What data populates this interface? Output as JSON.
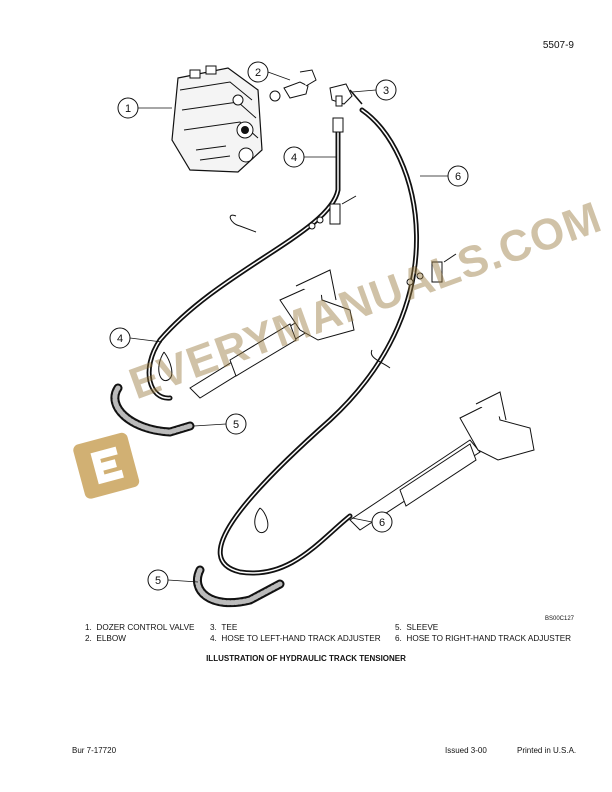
{
  "page_number": "5507-9",
  "figure_code": "BS00C127",
  "callouts": [
    "1",
    "2",
    "3",
    "4",
    "5",
    "6"
  ],
  "legend": [
    {
      "num": "1.",
      "text": "DOZER CONTROL VALVE"
    },
    {
      "num": "2.",
      "text": "ELBOW"
    },
    {
      "num": "3.",
      "text": "TEE"
    },
    {
      "num": "4.",
      "text": "HOSE TO LEFT-HAND TRACK ADJUSTER"
    },
    {
      "num": "5.",
      "text": "SLEEVE"
    },
    {
      "num": "6.",
      "text": "HOSE TO RIGHT-HAND TRACK ADJUSTER"
    }
  ],
  "caption": "ILLUSTRATION OF HYDRAULIC TRACK TENSIONER",
  "footer": {
    "left": "Bur 7-17720",
    "issued": "Issued 3-00",
    "printed": "Printed in U.S.A."
  },
  "watermark": {
    "text": "EVERYMANUALS.COM",
    "color": "#c9a25a"
  }
}
